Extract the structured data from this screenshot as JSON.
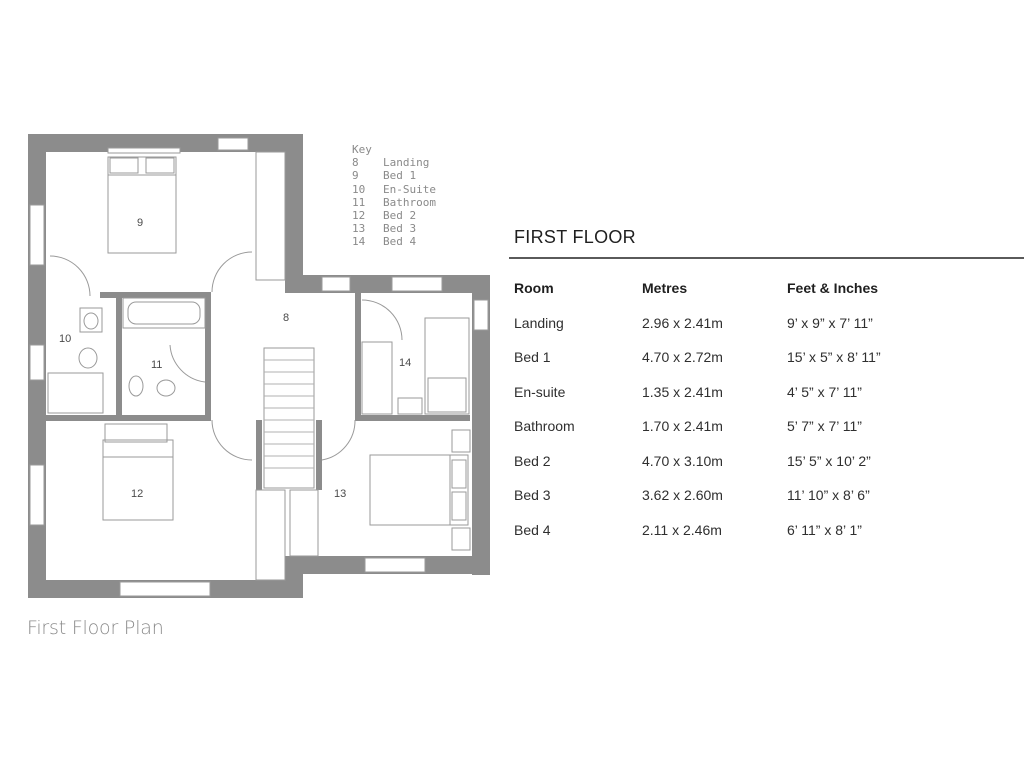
{
  "plan": {
    "caption": "First Floor Plan",
    "room_labels": [
      {
        "id": "8",
        "name": "Landing"
      },
      {
        "id": "9",
        "name": "Bed 1"
      },
      {
        "id": "10",
        "name": "En-Suite"
      },
      {
        "id": "11",
        "name": "Bathroom"
      },
      {
        "id": "12",
        "name": "Bed 2"
      },
      {
        "id": "13",
        "name": "Bed 3"
      },
      {
        "id": "14",
        "name": "Bed 4"
      }
    ]
  },
  "key": {
    "title": "Key",
    "items": [
      {
        "num": "8",
        "label": "Landing"
      },
      {
        "num": "9",
        "label": "Bed 1"
      },
      {
        "num": "10",
        "label": "En-Suite"
      },
      {
        "num": "11",
        "label": "Bathroom"
      },
      {
        "num": "12",
        "label": "Bed 2"
      },
      {
        "num": "13",
        "label": "Bed 3"
      },
      {
        "num": "14",
        "label": "Bed 4"
      }
    ]
  },
  "specs": {
    "title": "FIRST FLOOR",
    "headers": [
      "Room",
      "Metres",
      "Feet & Inches"
    ],
    "rows": [
      [
        "Landing",
        "2.96 x 2.41m",
        "9’ x 9” x 7’ 11”"
      ],
      [
        "Bed 1",
        "4.70 x 2.72m",
        "15’ x 5” x 8’ 11”"
      ],
      [
        "En-suite",
        "1.35 x 2.41m",
        "4’ 5” x 7’ 11”"
      ],
      [
        "Bathroom",
        "1.70 x 2.41m",
        "5’ 7” x 7’ 11”"
      ],
      [
        "Bed 2",
        "4.70 x 3.10m",
        "15’ 5” x 10’ 2”"
      ],
      [
        "Bed 3",
        "3.62 x 2.60m",
        "11’ 10” x 8’ 6”"
      ],
      [
        "Bed 4",
        "2.11 x 2.46m",
        "6’ 11” x 8’ 1”"
      ]
    ]
  },
  "colors": {
    "wall": "#8c8c8c",
    "fixture_line": "#9a9a9a",
    "caption": "#8a8a8a",
    "rule": "#5a5a5a"
  }
}
